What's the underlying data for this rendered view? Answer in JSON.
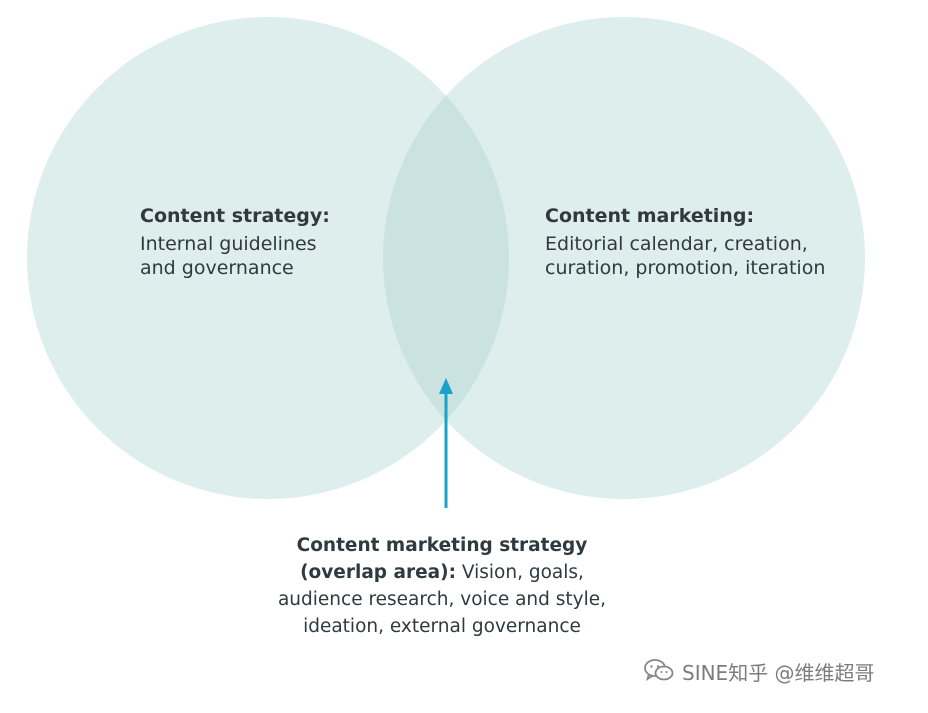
{
  "colors": {
    "circle_fill": "#d3e8e6",
    "overlap_fill": "#c4e0dd",
    "arrow": "#1aa3c8",
    "text": "#2f3a40"
  },
  "left_circle": {
    "title": "Content strategy:",
    "lines": [
      "Internal guidelines",
      "and governance"
    ]
  },
  "right_circle": {
    "title": "Content marketing:",
    "lines": [
      "Editorial calendar, creation,",
      "curation, promotion, iteration"
    ]
  },
  "overlap": {
    "title": "Content marketing strategy",
    "subtitle_bold": "(overlap area):",
    "subtitle_rest": " Vision, goals,",
    "lines": [
      "audience research, voice and style,",
      "ideation, external governance"
    ]
  },
  "watermark": {
    "icon": "wechat-icon",
    "text": "SINE知乎 @维维超哥"
  }
}
